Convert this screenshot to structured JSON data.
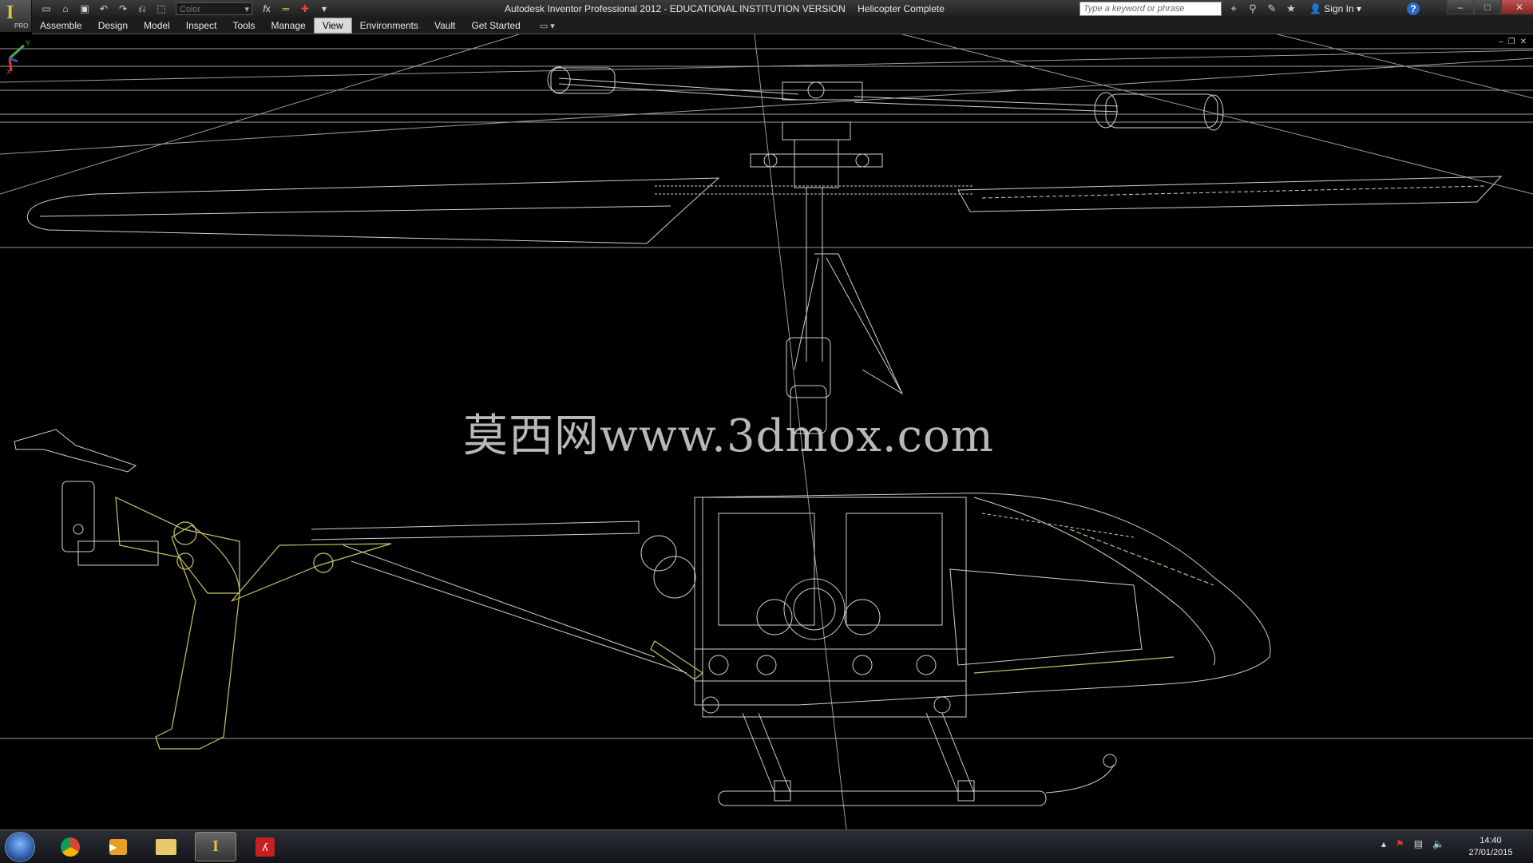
{
  "window": {
    "title": "Autodesk Inventor Professional 2012 - EDUCATIONAL INSTITUTION VERSION",
    "document": "Helicopter Complete",
    "app_badge": "PRO"
  },
  "quick_access": {
    "appearance_value": "Color",
    "icons": [
      "new-icon",
      "open-icon",
      "save-icon",
      "undo-icon",
      "redo-icon",
      "return-icon",
      "select-icon",
      "fx-icon",
      "line-weight-icon",
      "update-icon"
    ]
  },
  "search": {
    "placeholder": "Type a keyword or phrase"
  },
  "account": {
    "sign_in": "Sign In",
    "help": "?"
  },
  "ribbon": {
    "tabs": [
      "Assemble",
      "Design",
      "Model",
      "Inspect",
      "Tools",
      "Manage",
      "View",
      "Environments",
      "Vault",
      "Get Started"
    ],
    "active_tab": "View"
  },
  "viewport": {
    "watermark": "莫西网www.3dmox.com",
    "render_style": "wireframe",
    "triad": {
      "x": "X",
      "y": "Y",
      "z": "Z"
    }
  },
  "taskbar": {
    "apps": [
      "start-orb",
      "google-chrome",
      "media-player",
      "file-explorer",
      "autodesk-inventor",
      "adobe-reader"
    ],
    "active_app": "autodesk-inventor",
    "clock_time": "14:40",
    "clock_date": "27/01/2015"
  },
  "colors": {
    "wireframe": "#cfcfcf",
    "highlight": "#c8c46a",
    "titlebar": "#2a2a2a",
    "active_tab": "#d9d9d9"
  }
}
